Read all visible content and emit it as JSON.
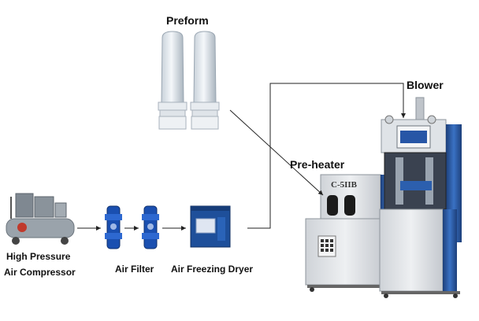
{
  "labels": {
    "preform": "Preform",
    "blower": "Blower",
    "preheater": "Pre-heater",
    "compressor_line1": "High Pressure",
    "compressor_line2": "Air Compressor",
    "air_filter": "Air Filter",
    "dryer": "Air Freezing Dryer",
    "machine_model": "C-5IIB"
  },
  "colors": {
    "machine_body": "#e4e6ea",
    "machine_blue": "#2d5fa8",
    "panel_blue": "#1e4f9a",
    "filter_blue": "#1a4fb0",
    "compressor_grey": "#8f98a0",
    "arrow": "#222222"
  }
}
